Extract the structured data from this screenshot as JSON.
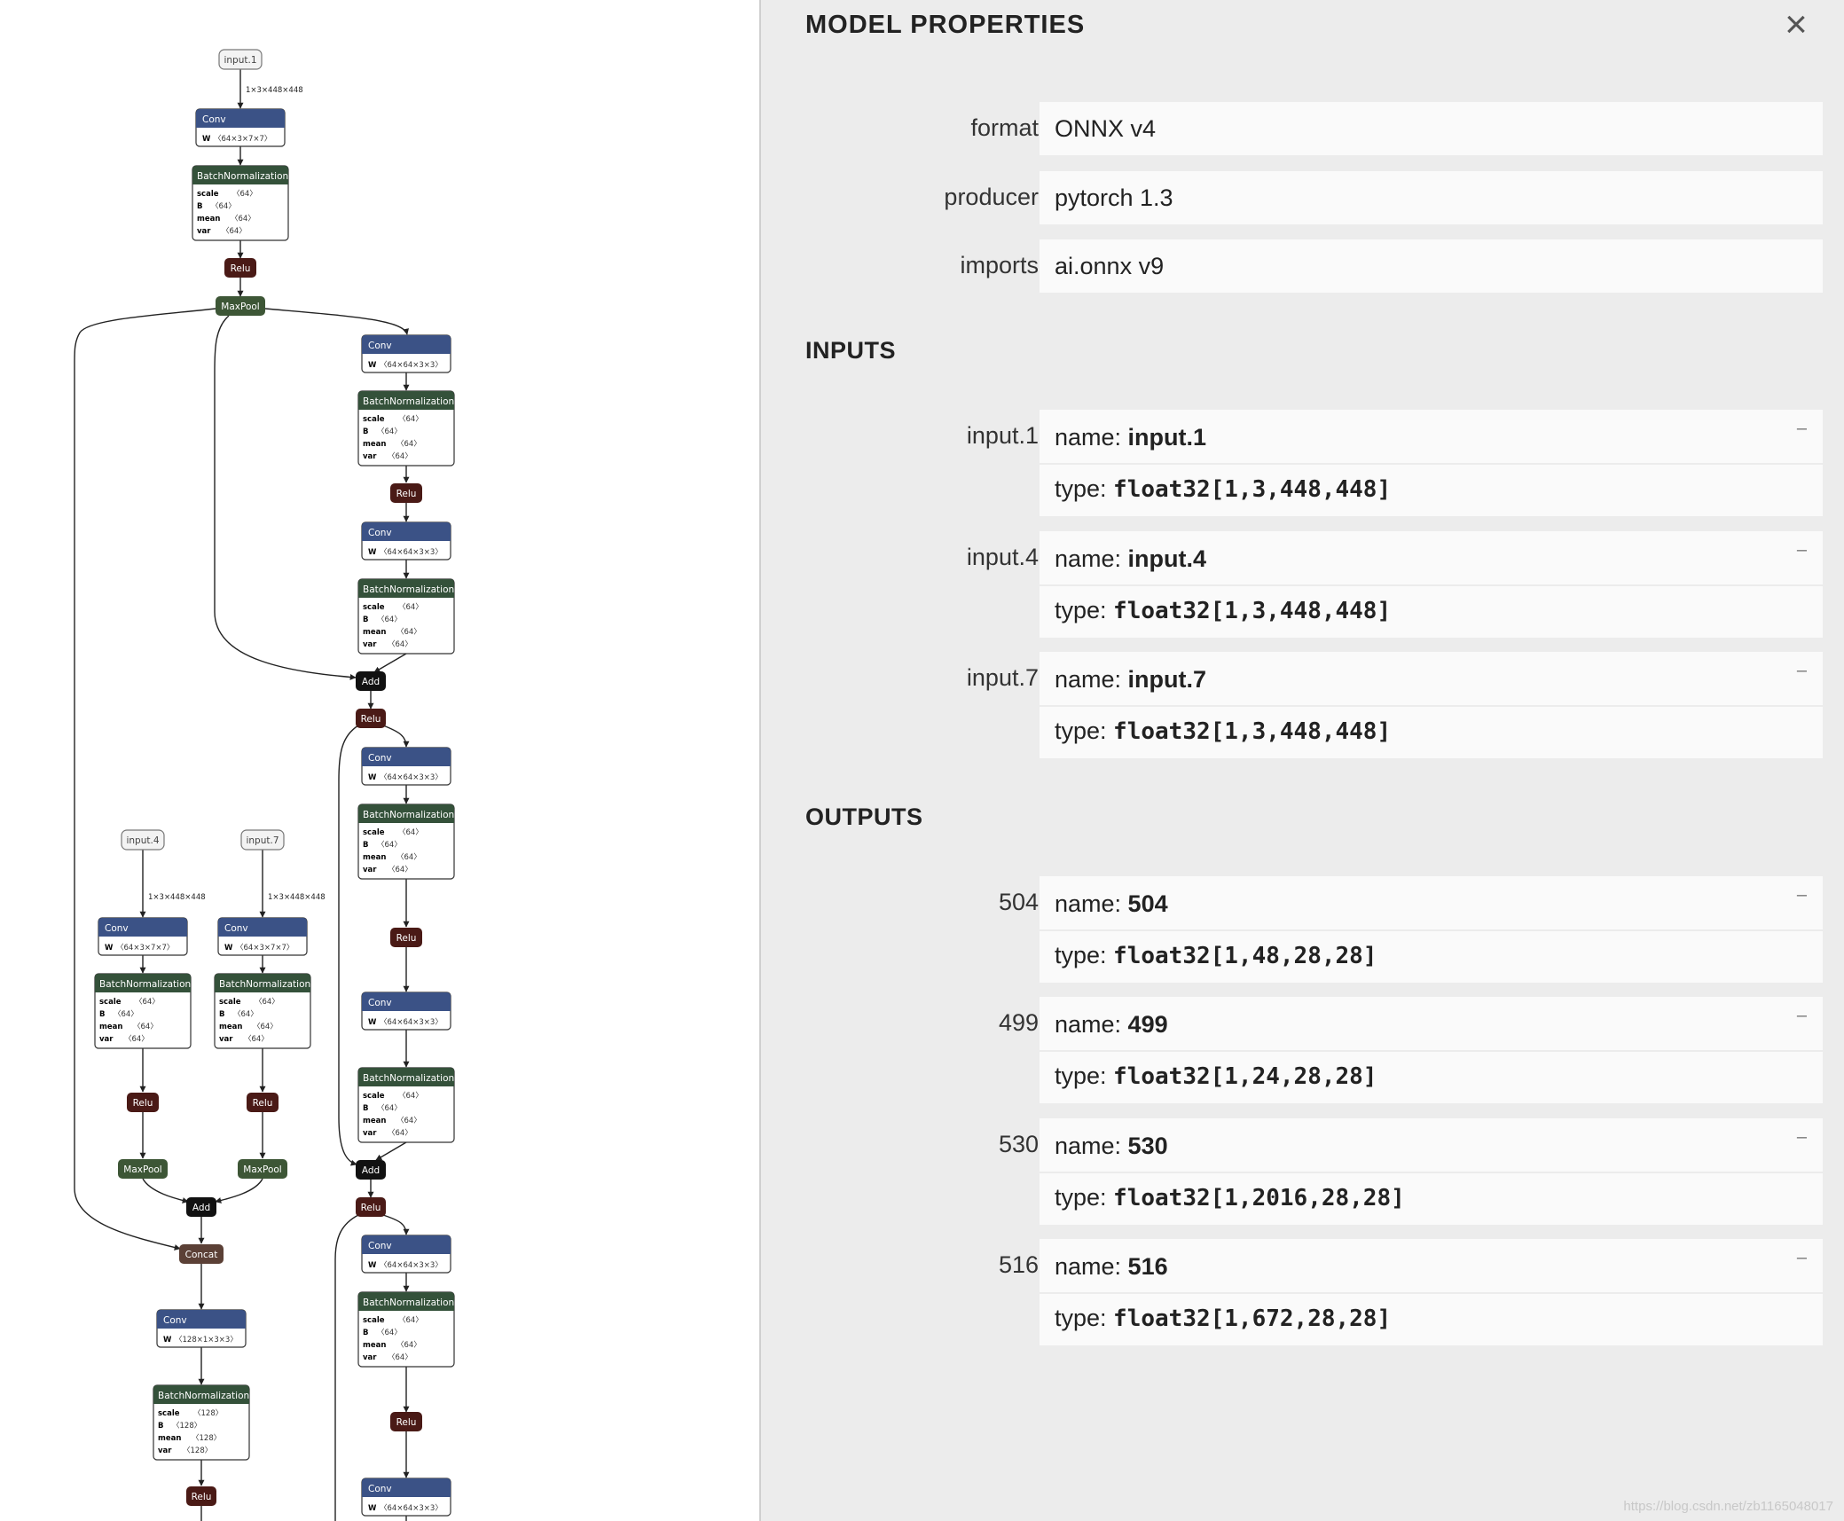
{
  "panel": {
    "title": "MODEL PROPERTIES",
    "close_icon": "×",
    "properties": [
      {
        "label": "format",
        "value": "ONNX v4"
      },
      {
        "label": "producer",
        "value": "pytorch 1.3"
      },
      {
        "label": "imports",
        "value": "ai.onnx v9"
      }
    ],
    "inputs_heading": "INPUTS",
    "inputs": [
      {
        "label": "input.1",
        "name_prefix": "name: ",
        "name": "input.1",
        "type_prefix": "type: ",
        "type": "float32[1,3,448,448]",
        "toggle": "–"
      },
      {
        "label": "input.4",
        "name_prefix": "name: ",
        "name": "input.4",
        "type_prefix": "type: ",
        "type": "float32[1,3,448,448]",
        "toggle": "–"
      },
      {
        "label": "input.7",
        "name_prefix": "name: ",
        "name": "input.7",
        "type_prefix": "type: ",
        "type": "float32[1,3,448,448]",
        "toggle": "–"
      }
    ],
    "outputs_heading": "OUTPUTS",
    "outputs": [
      {
        "label": "504",
        "name_prefix": "name: ",
        "name": "504",
        "type_prefix": "type: ",
        "type": "float32[1,48,28,28]",
        "toggle": "–"
      },
      {
        "label": "499",
        "name_prefix": "name: ",
        "name": "499",
        "type_prefix": "type: ",
        "type": "float32[1,24,28,28]",
        "toggle": "–"
      },
      {
        "label": "530",
        "name_prefix": "name: ",
        "name": "530",
        "type_prefix": "type: ",
        "type": "float32[1,2016,28,28]",
        "toggle": "–"
      },
      {
        "label": "516",
        "name_prefix": "name: ",
        "name": "516",
        "type_prefix": "type: ",
        "type": "float32[1,672,28,28]",
        "toggle": "–"
      }
    ]
  },
  "graph": {
    "colors": {
      "conv": "#3b5286",
      "batchnorm": "#34513a",
      "relu": "#4a1a16",
      "maxpool": "#3d5636",
      "add": "#111111",
      "concat": "#5b4036",
      "input_bg": "#f3f3f3",
      "input_border": "#777777"
    },
    "edge_labels": {
      "input_shape": "1×3×448×448"
    },
    "texts": {
      "conv": "Conv",
      "batchnorm": "BatchNormalization",
      "relu": "Relu",
      "maxpool": "MaxPool",
      "add": "Add",
      "concat": "Concat",
      "input1": "input.1",
      "input4": "input.4",
      "input7": "input.7"
    },
    "conv_attrs": {
      "w7": "〈64×3×7×7〉",
      "w3": "〈64×64×3×3〉",
      "w128": "〈128×1×3×3〉"
    },
    "bn_attrs_64": [
      "〈64〉",
      "〈64〉",
      "〈64〉",
      "〈64〉"
    ],
    "bn_attrs_128": [
      "〈128〉",
      "〈128〉",
      "〈128〉",
      "〈128〉"
    ],
    "bn_keys": [
      "scale",
      "B",
      "mean",
      "var"
    ],
    "conv_key": "W"
  },
  "watermark": "https://blog.csdn.net/zb1165048017"
}
